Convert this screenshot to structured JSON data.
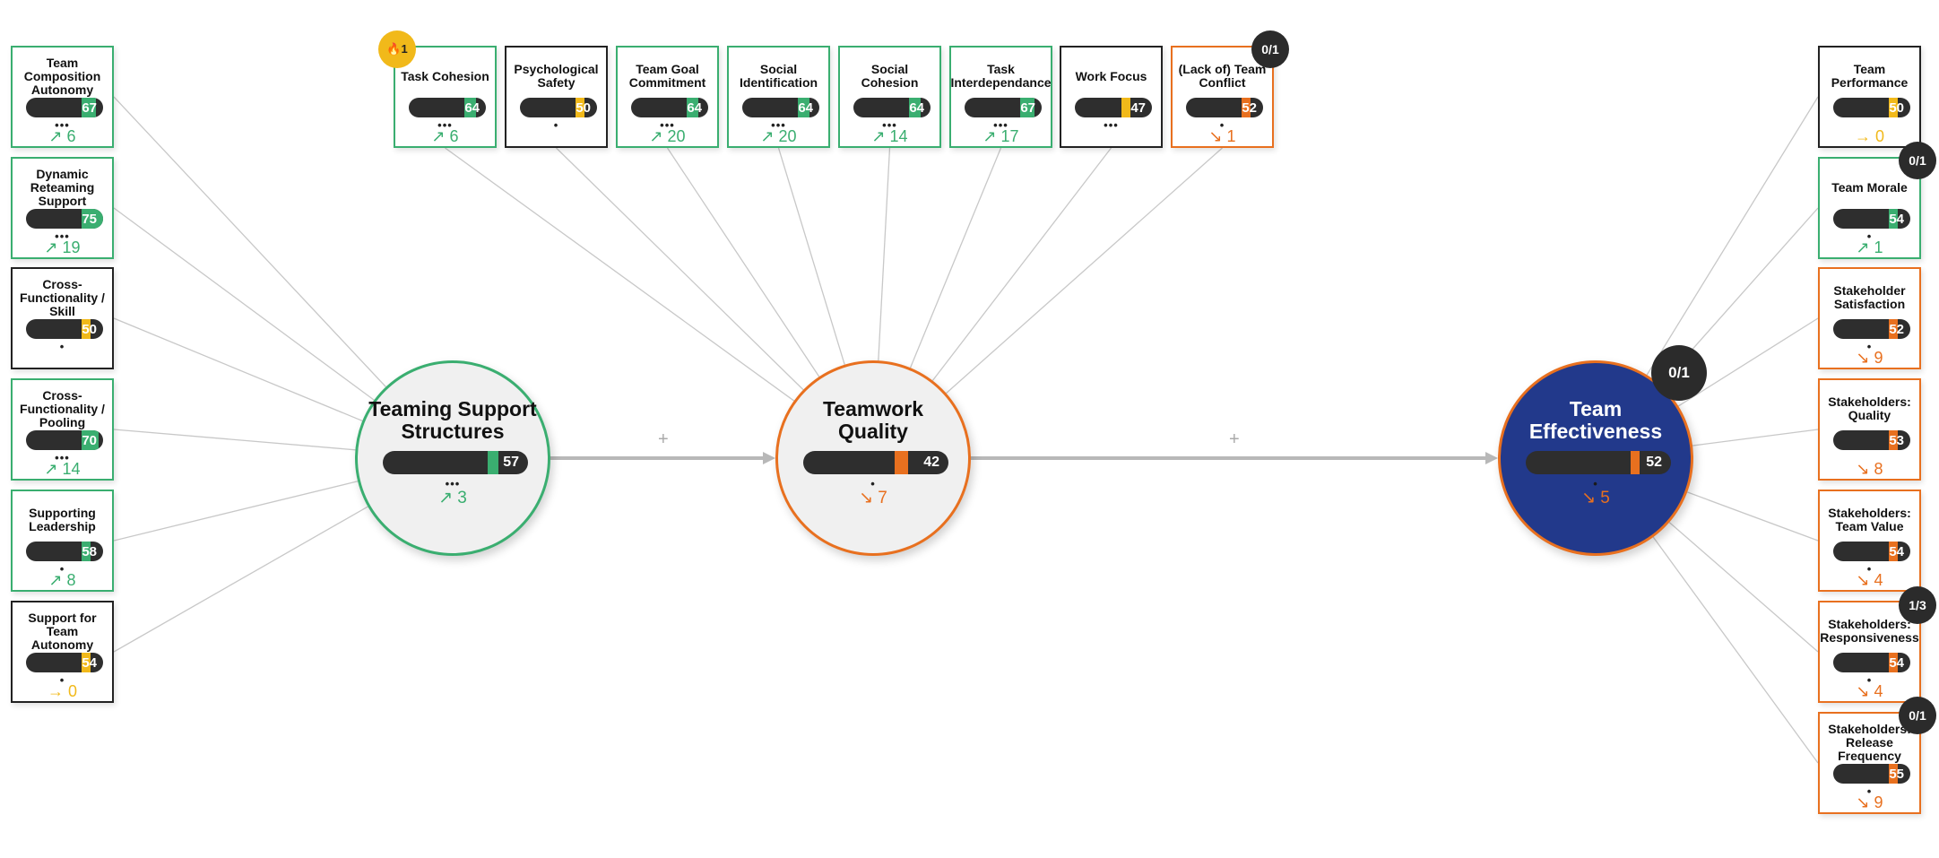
{
  "colors": {
    "green": "#3aae70",
    "orange": "#e8701f",
    "yellow": "#f1b91a",
    "dark": "#2e2e2e",
    "blue": "#22398b"
  },
  "left_cards": [
    {
      "title": "Team Composition Autonomy",
      "value": "67",
      "dots": "•••",
      "trend": "↗ 6",
      "color": "green"
    },
    {
      "title": "Dynamic Reteaming Support",
      "value": "75",
      "dots": "•••",
      "trend": "↗ 19",
      "color": "green"
    },
    {
      "title": "Cross-Functionality / Skill",
      "value": "50",
      "dots": "•",
      "trend": "",
      "color": "yellow"
    },
    {
      "title": "Cross-Functionality / Pooling",
      "value": "70",
      "dots": "•••",
      "trend": "↗ 14",
      "color": "green"
    },
    {
      "title": "Supporting Leadership",
      "value": "58",
      "dots": "•",
      "trend": "↗ 8",
      "color": "green"
    },
    {
      "title": "Support for Team Autonomy",
      "value": "54",
      "dots": "•",
      "trend": "→ 0",
      "color": "yellow"
    }
  ],
  "top_cards": [
    {
      "title": "Task Cohesion",
      "value": "64",
      "dots": "•••",
      "trend": "↗ 6",
      "color": "green"
    },
    {
      "title": "Psychological Safety",
      "value": "50",
      "dots": "•",
      "trend": "",
      "color": "yellow"
    },
    {
      "title": "Team Goal Commitment",
      "value": "64",
      "dots": "•••",
      "trend": "↗ 20",
      "color": "green"
    },
    {
      "title": "Social Identification",
      "value": "64",
      "dots": "•••",
      "trend": "↗ 20",
      "color": "green"
    },
    {
      "title": "Social Cohesion",
      "value": "64",
      "dots": "•••",
      "trend": "↗ 14",
      "color": "green"
    },
    {
      "title": "Task Interdependance",
      "value": "67",
      "dots": "•••",
      "trend": "↗ 17",
      "color": "green"
    },
    {
      "title": "Work Focus",
      "value": "47",
      "dots": "•••",
      "trend": "",
      "color": "yellow"
    },
    {
      "title": "(Lack of) Team Conflict",
      "value": "52",
      "dots": "•",
      "trend": "↘ 1",
      "color": "orange"
    }
  ],
  "right_cards": [
    {
      "title": "Team Performance",
      "value": "50",
      "dots": "",
      "trend": "→ 0",
      "color": "yellow"
    },
    {
      "title": "Team Morale",
      "value": "54",
      "dots": "•",
      "trend": "↗ 1",
      "color": "green"
    },
    {
      "title": "Stakeholder Satisfaction",
      "value": "52",
      "dots": "•",
      "trend": "↘ 9",
      "color": "orange"
    },
    {
      "title": "Stakeholders: Quality",
      "value": "53",
      "dots": "",
      "trend": "↘ 8",
      "color": "orange"
    },
    {
      "title": "Stakeholders: Team Value",
      "value": "54",
      "dots": "•",
      "trend": "↘ 4",
      "color": "orange"
    },
    {
      "title": "Stakeholders: Responsiveness",
      "value": "54",
      "dots": "•",
      "trend": "↘ 4",
      "color": "orange"
    },
    {
      "title": "Stakeholders: Release Frequency",
      "value": "55",
      "dots": "•",
      "trend": "↘ 9",
      "color": "orange"
    }
  ],
  "nodes": [
    {
      "title": "Teaming Support Structures",
      "value": "57",
      "dots": "•••",
      "trend": "↗ 3",
      "color": "green"
    },
    {
      "title": "Teamwork Quality",
      "value": "42",
      "dots": "•",
      "trend": "↘ 7",
      "color": "orange"
    },
    {
      "title": "Team Effectiveness",
      "value": "52",
      "dots": "•",
      "trend": "↘ 5",
      "color": "orange"
    }
  ],
  "badges": {
    "flame": "🔥1",
    "team_conflict": "0/1",
    "team_morale": "0/1",
    "responsiveness": "1/3",
    "release_frequency": "0/1",
    "team_effectiveness": "0/1"
  },
  "connectors": {
    "plus": "+"
  }
}
